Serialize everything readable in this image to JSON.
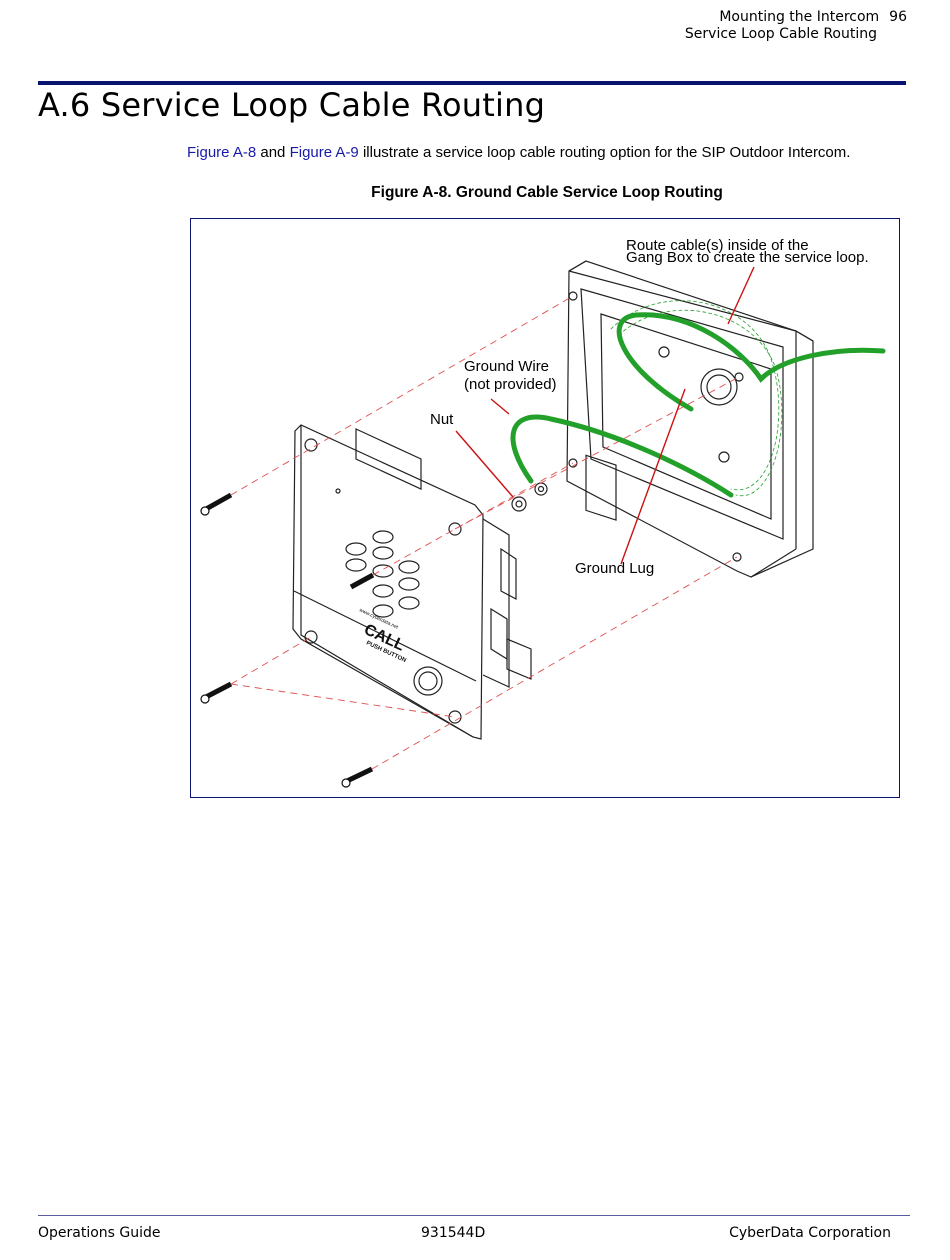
{
  "header": {
    "section": "Mounting the Intercom",
    "page_number": "96",
    "subsection": "Service Loop Cable Routing"
  },
  "title": "A.6 Service Loop Cable Routing",
  "intro": {
    "link1": "Figure A-8",
    "and": "and",
    "link2": "Figure A-9",
    "rest": "illustrate a service loop cable routing option for the SIP Outdoor Intercom."
  },
  "figure": {
    "caption": "Figure A-8. Ground Cable Service Loop Routing",
    "labels": {
      "route_line1": "Route cable(s) inside of the",
      "route_line2": "Gang Box to create the service loop.",
      "ground_wire_line1": "Ground Wire",
      "ground_wire_line2": "(not provided)",
      "nut": "Nut",
      "ground_lug": "Ground Lug"
    },
    "panel_text": {
      "call": "CALL",
      "push_button": "PUSH BUTTON",
      "url": "www.cyberdata.net"
    }
  },
  "footer": {
    "left": "Operations Guide",
    "center": "931544D",
    "right": "CyberData Corporation"
  }
}
